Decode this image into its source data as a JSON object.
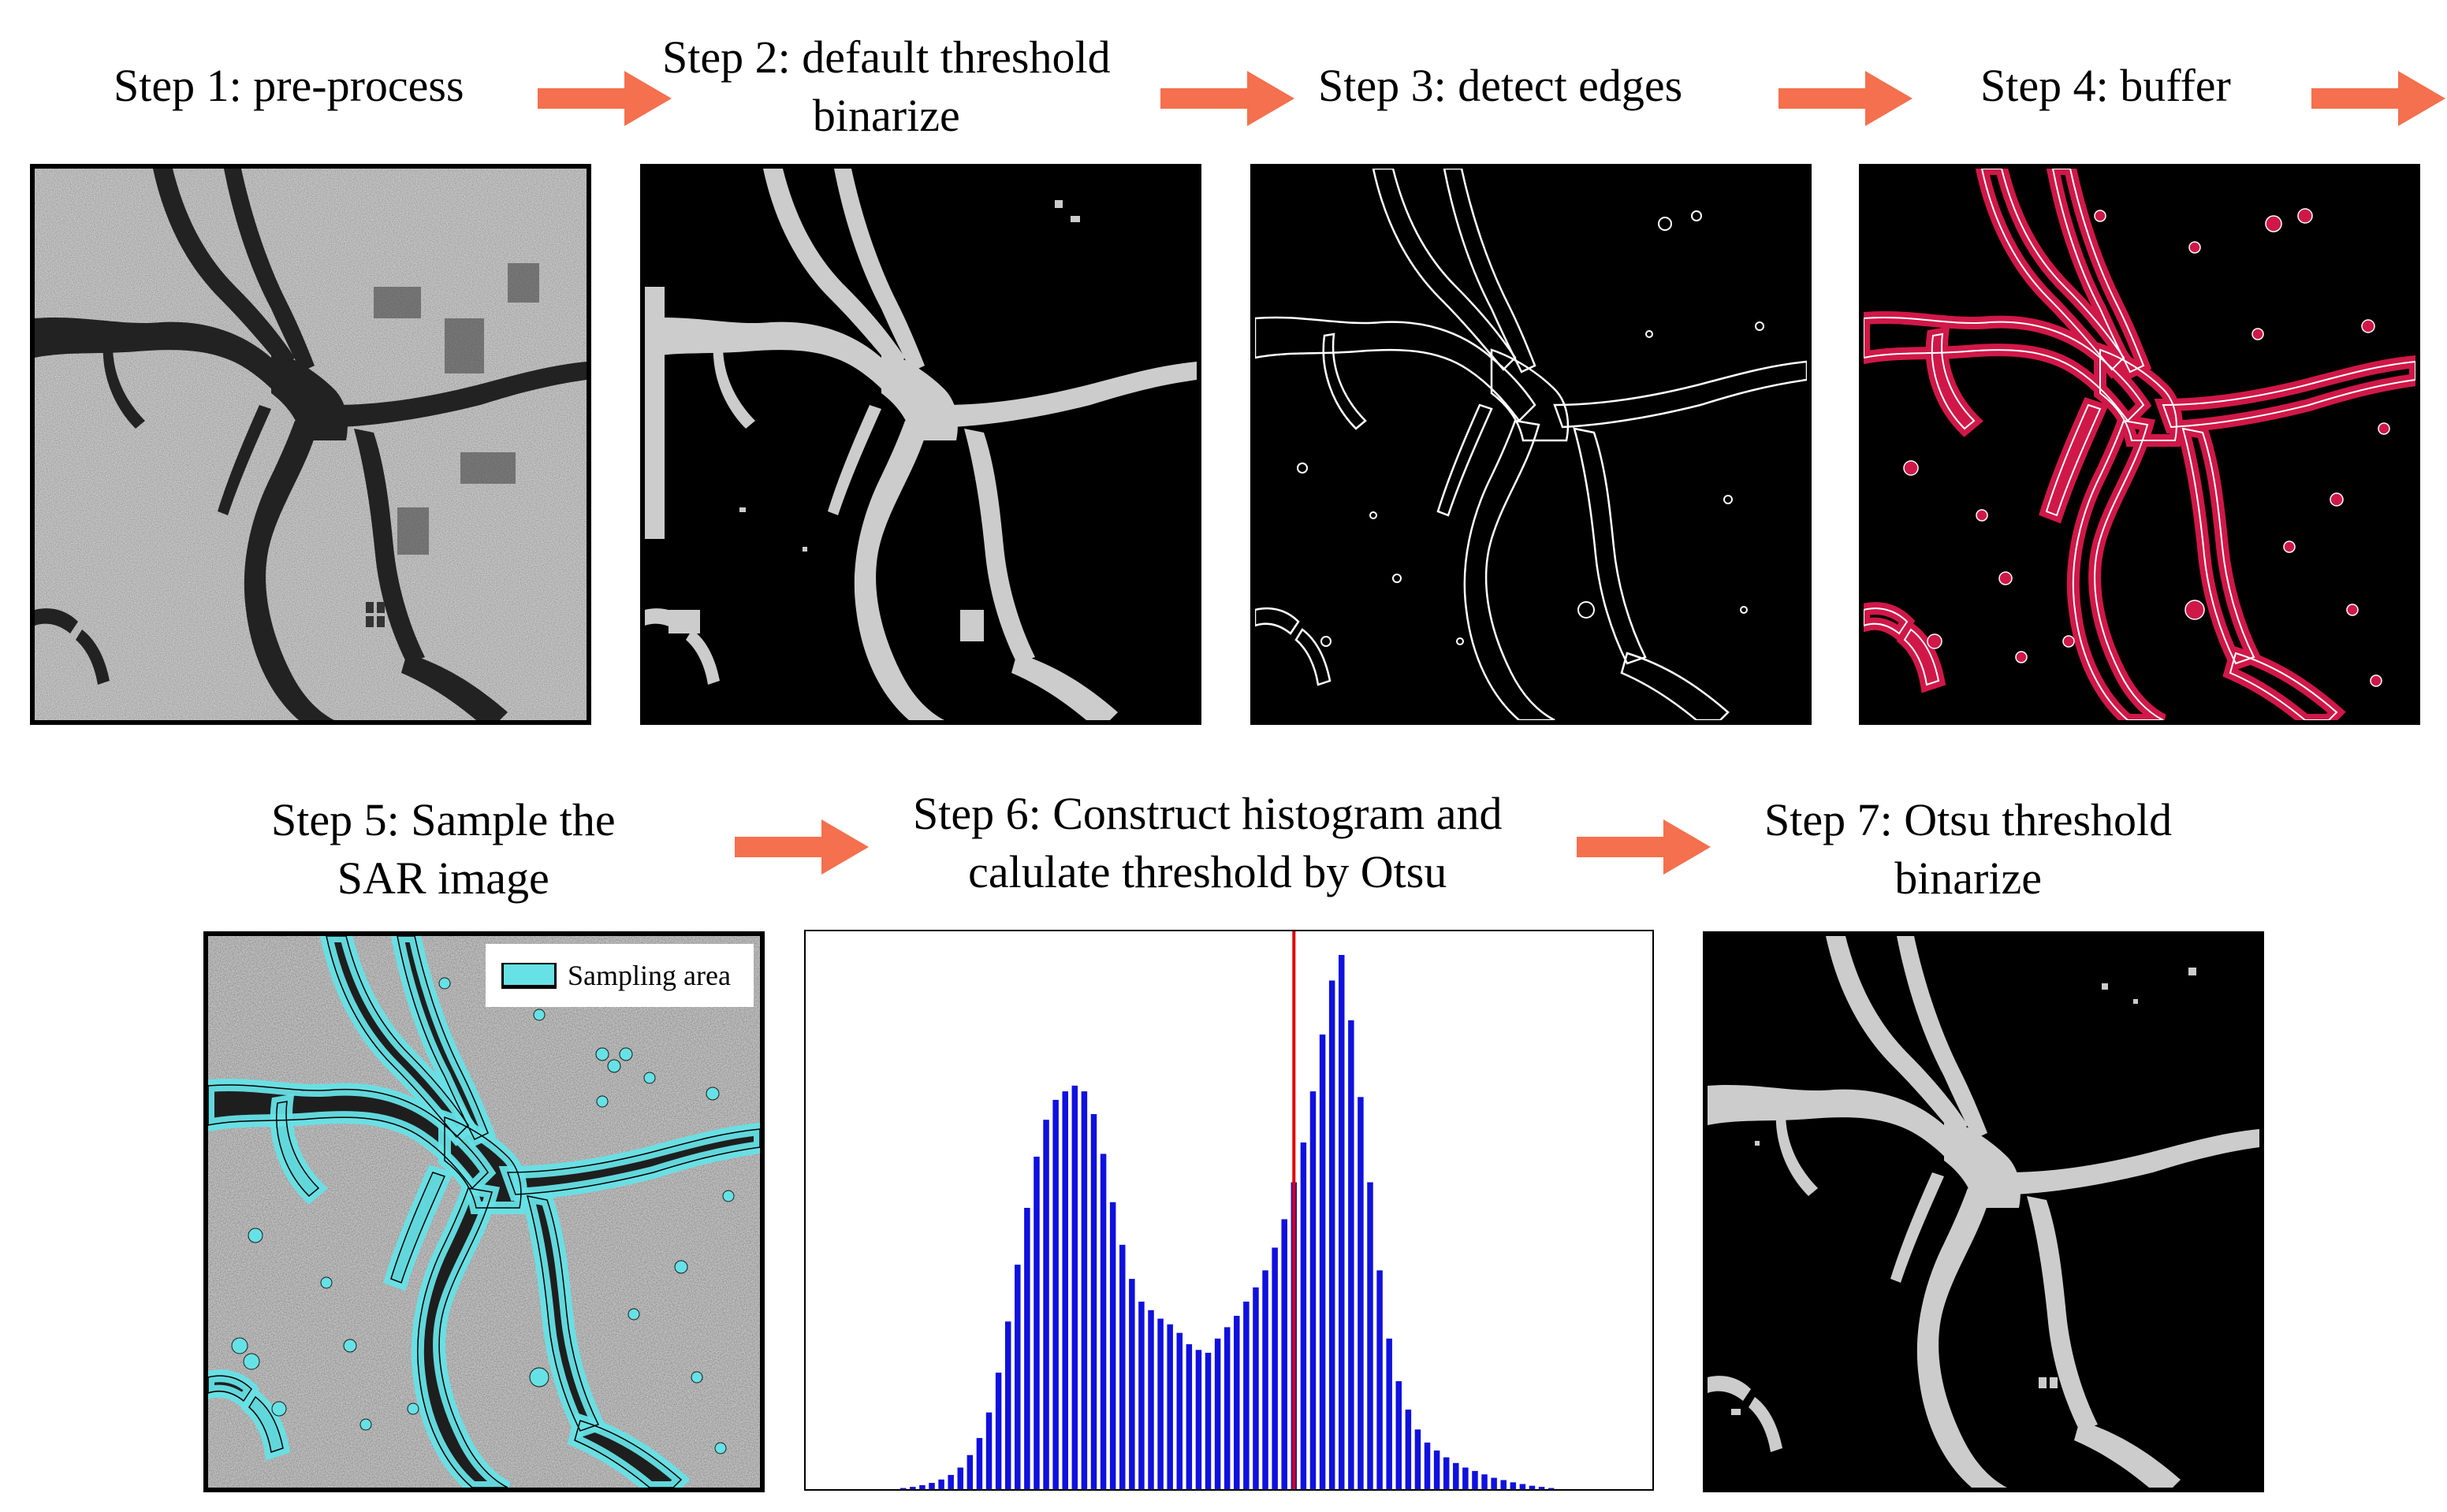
{
  "steps": {
    "step1": {
      "line1": "Step 1: pre-process"
    },
    "step2": {
      "line1": "Step 2: default threshold",
      "line2": "binarize"
    },
    "step3": {
      "line1": "Step 3: detect edges"
    },
    "step4": {
      "line1": "Step 4: buffer"
    },
    "step5": {
      "line1": "Step 5: Sample the",
      "line2": "SAR image"
    },
    "step6": {
      "line1": "Step 6: Construct histogram and",
      "line2": "calulate threshold by Otsu"
    },
    "step7": {
      "line1": "Step 7: Otsu threshold",
      "line2": "binarize"
    }
  },
  "legend": {
    "label": "Sampling area"
  },
  "colors": {
    "arrow": "#f4704e",
    "water": "#cccccc",
    "buffer": "#d01848",
    "sampling": "#66e2e6",
    "bars": "#1010e0",
    "threshold_line": "#e00000",
    "sar_background": "#8c8c8c"
  },
  "chart_data": {
    "type": "bar",
    "title": "",
    "xlabel": "",
    "ylabel": "",
    "threshold_bin": 41,
    "values": [
      0.2,
      0.4,
      0.7,
      1.1,
      1.7,
      2.5,
      3.8,
      6.0,
      9.0,
      13.5,
      20.5,
      29.5,
      39.5,
      49.5,
      58.5,
      65.0,
      68.5,
      70.0,
      71.0,
      70.0,
      66.0,
      59.0,
      50.5,
      43.0,
      37.0,
      33.0,
      31.5,
      30.0,
      29.0,
      27.5,
      25.5,
      24.5,
      24.0,
      26.5,
      28.5,
      30.5,
      33.0,
      35.5,
      38.5,
      42.5,
      47.5,
      54.0,
      61.0,
      70.0,
      80.0,
      89.5,
      94.0,
      82.5,
      69.0,
      54.0,
      38.5,
      26.5,
      19.0,
      14.0,
      10.5,
      8.2,
      6.8,
      5.6,
      4.6,
      3.8,
      3.2,
      2.6,
      2.0,
      1.6,
      1.2,
      0.9,
      0.6,
      0.4,
      0.2
    ]
  }
}
